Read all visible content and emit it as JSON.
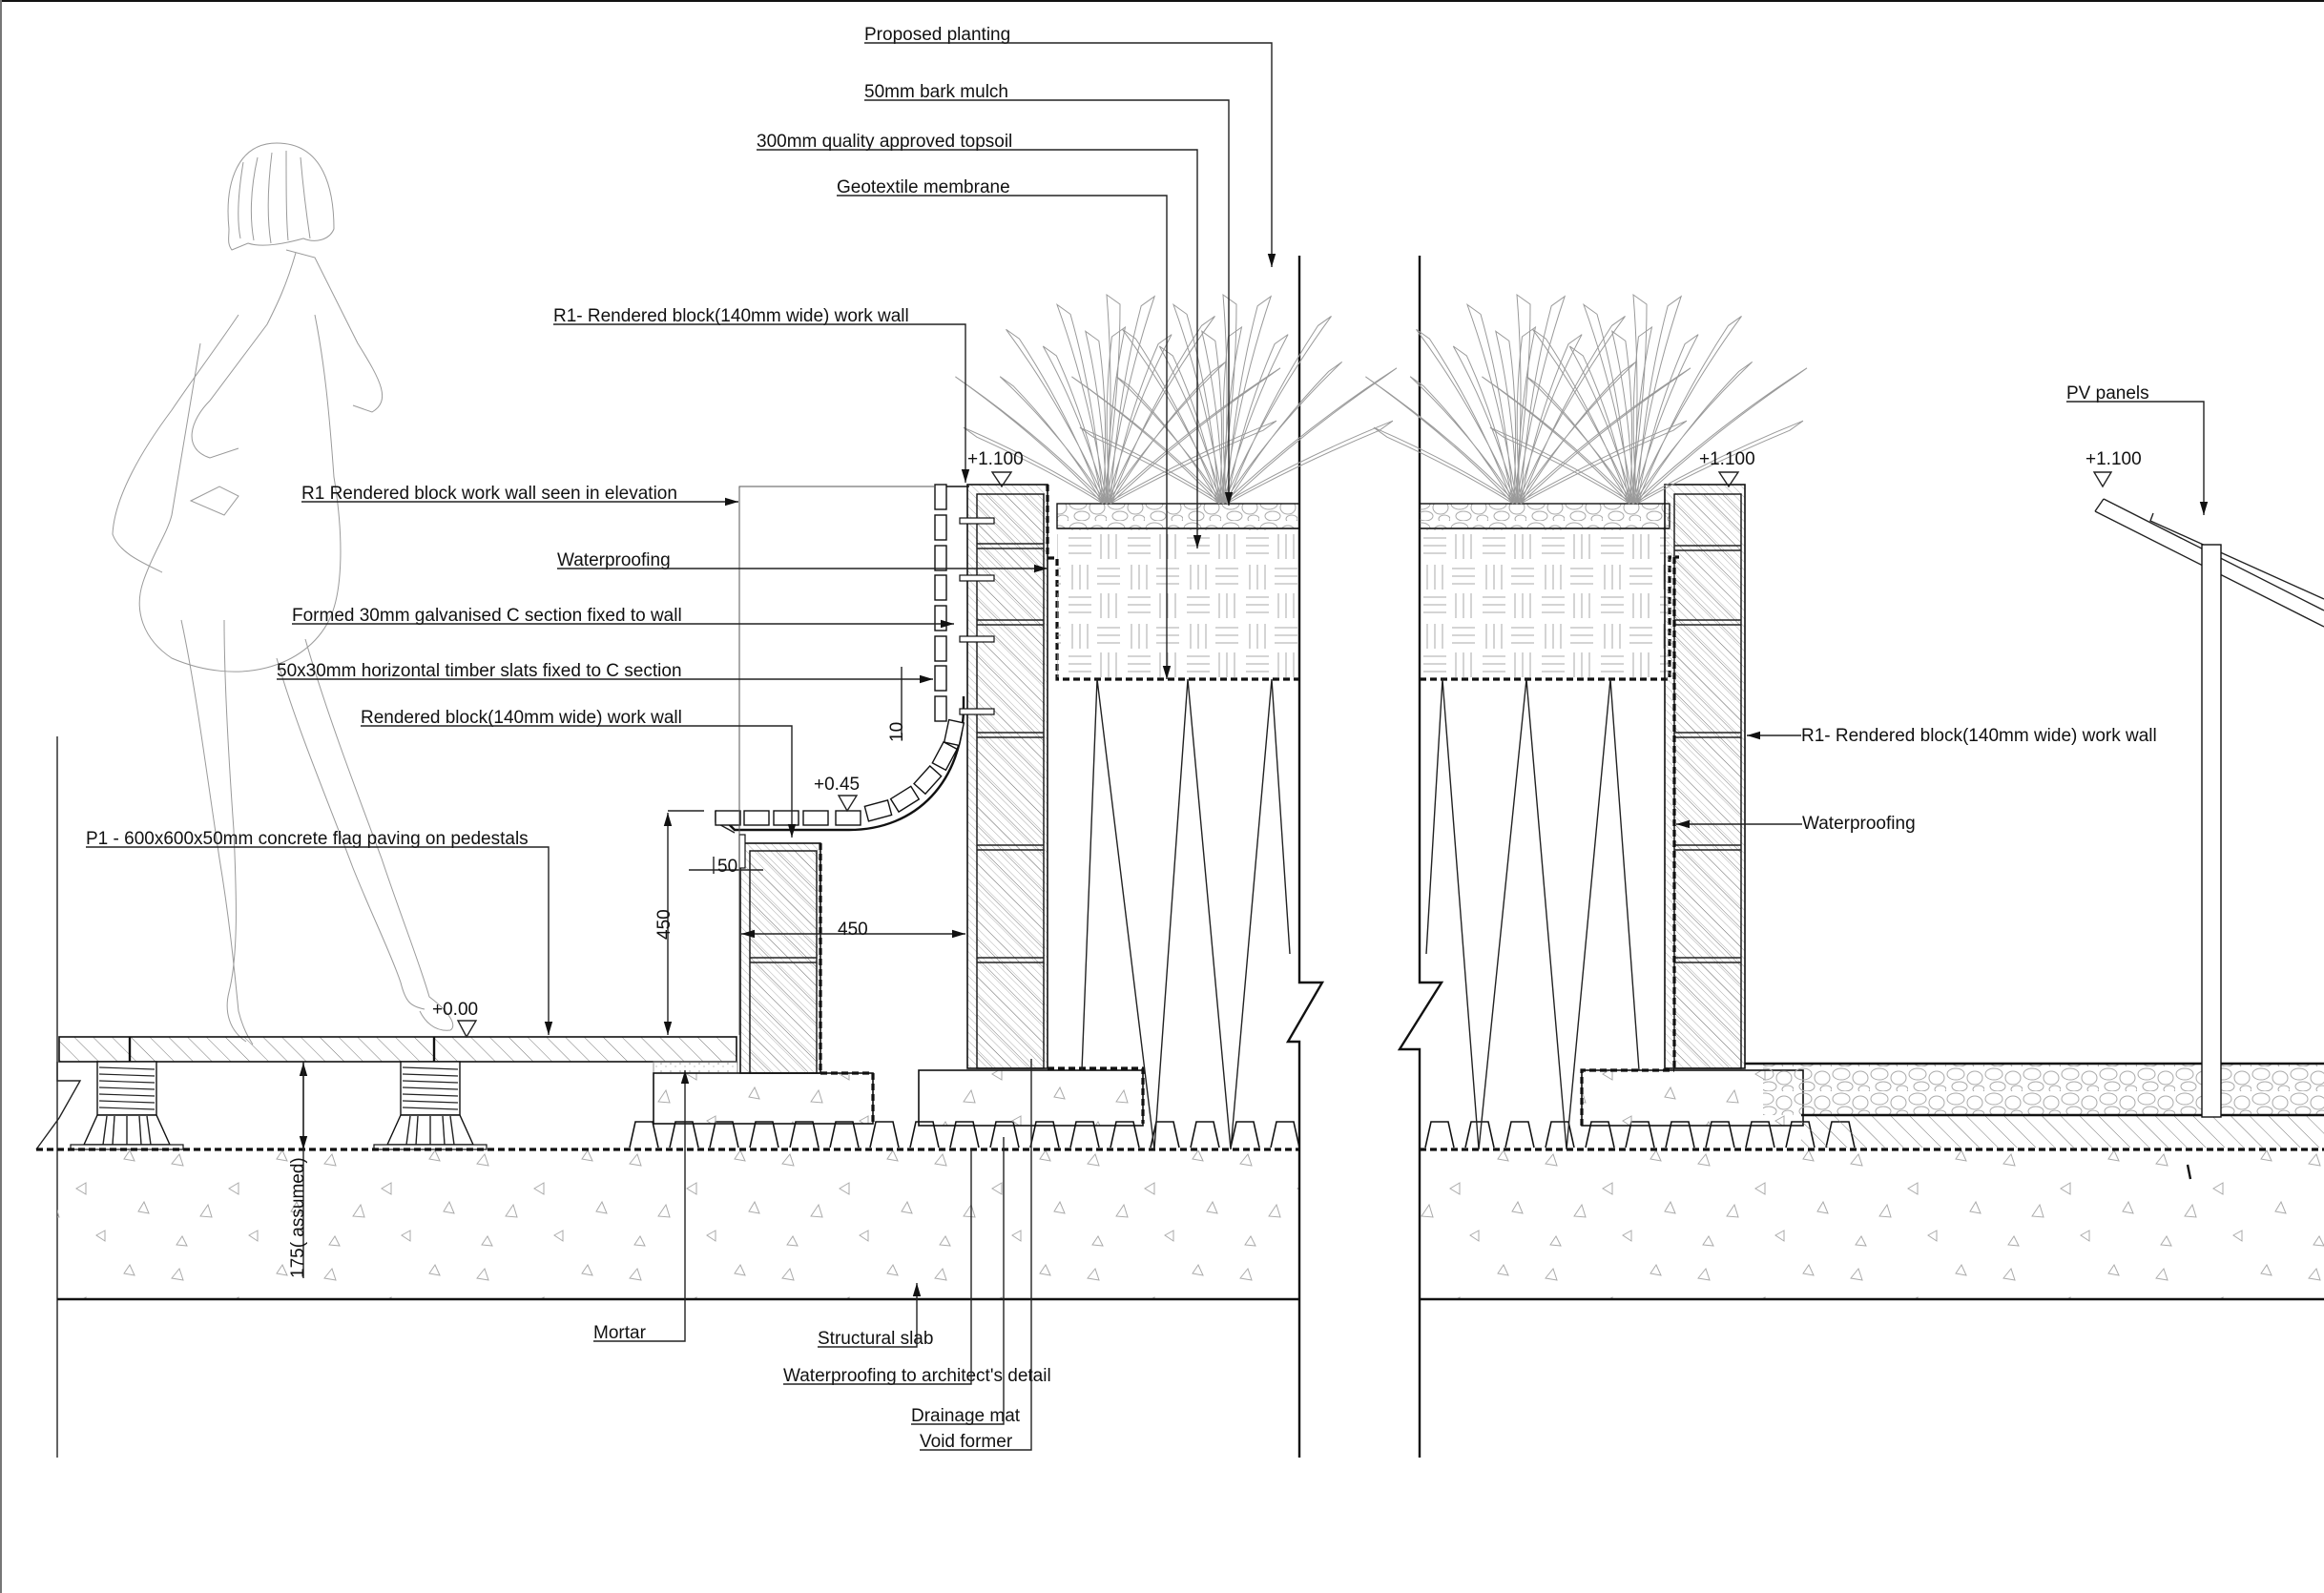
{
  "drawing": {
    "title": "Planter and bench section detail",
    "labels": {
      "proposed_planting": "Proposed planting",
      "bark_mulch": "50mm bark mulch",
      "topsoil": "300mm quality approved topsoil",
      "geotextile": "Geotextile membrane",
      "r1_wall_top": "R1- Rendered block(140mm wide) work wall",
      "r1_elevation": "R1 Rendered block work wall seen in elevation",
      "waterproofing_left": "Waterproofing",
      "c_section": "Formed 30mm galvanised C section fixed to wall",
      "timber_slats": "50x30mm horizontal timber slats fixed to C section",
      "bench_wall": "Rendered block(140mm wide) work wall",
      "paving": "P1 - 600x600x50mm concrete flag paving on pedestals",
      "mortar": "Mortar",
      "structural_slab": "Structural slab",
      "waterproofing_detail": "Waterproofing to architect's detail",
      "drainage_mat": "Drainage mat",
      "void_former": "Void former",
      "r1_wall_right": "R1- Rendered block(140mm wide) work wall",
      "waterproofing_right": "Waterproofing",
      "pv_panels": "PV panels"
    },
    "levels": {
      "planter_left": "+1.100",
      "planter_right": "+1.100",
      "pv_level": "+1.100",
      "bench": "+0.45",
      "paving": "+0.00"
    },
    "dimensions": {
      "slat_gap": "10",
      "bench_height": "450",
      "bench_depth": "450",
      "overhang": "50",
      "pedestal_height": "175( assumed)"
    }
  }
}
